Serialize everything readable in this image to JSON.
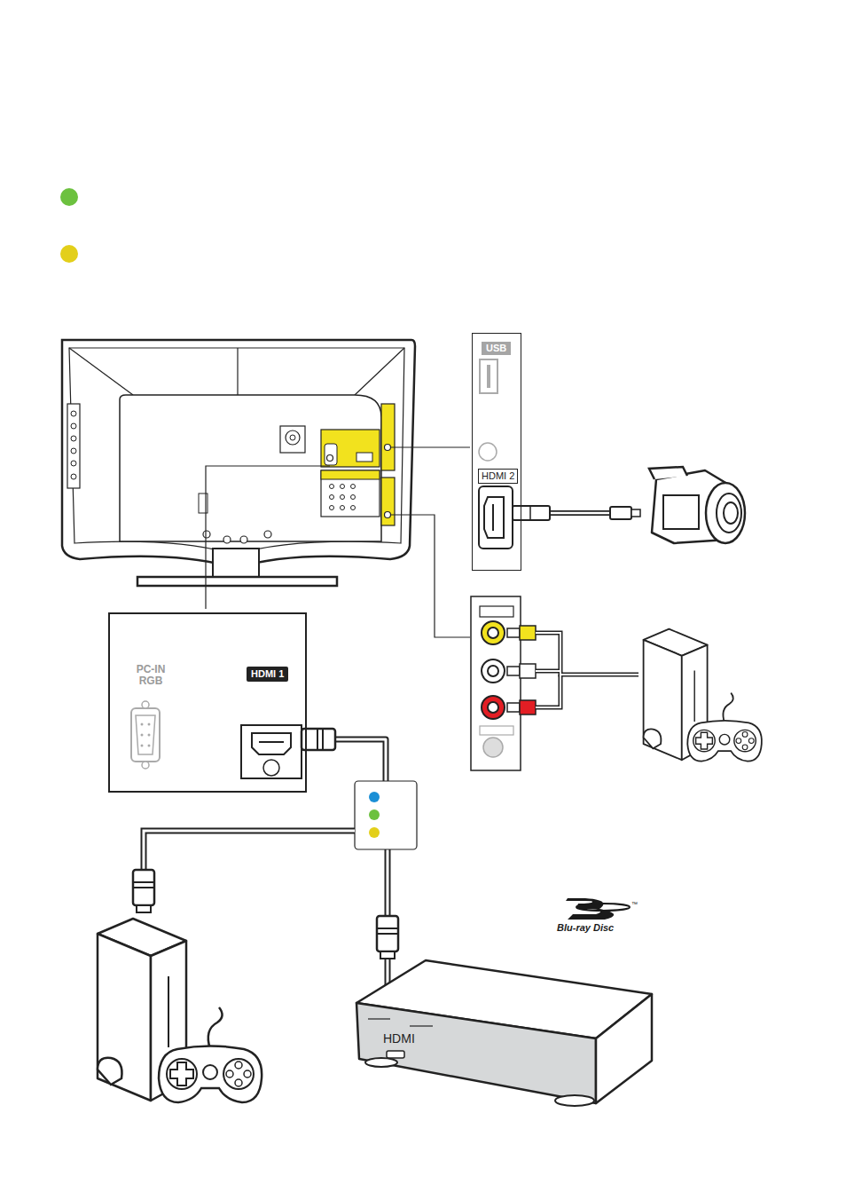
{
  "diagram": {
    "nodes": [
      {
        "text": [
          "USB",
          "HDMI 2"
        ]
      },
      {
        "text": [
          "PC-IN RGB",
          "HDMI 1"
        ]
      },
      {
        "text": [
          "HDMI"
        ]
      }
    ],
    "edges": [
      {
        "from": 1,
        "to": 2,
        "arrow": "none"
      }
    ],
    "labels": [
      "Blu-ray Disc",
      "™"
    ]
  }
}
